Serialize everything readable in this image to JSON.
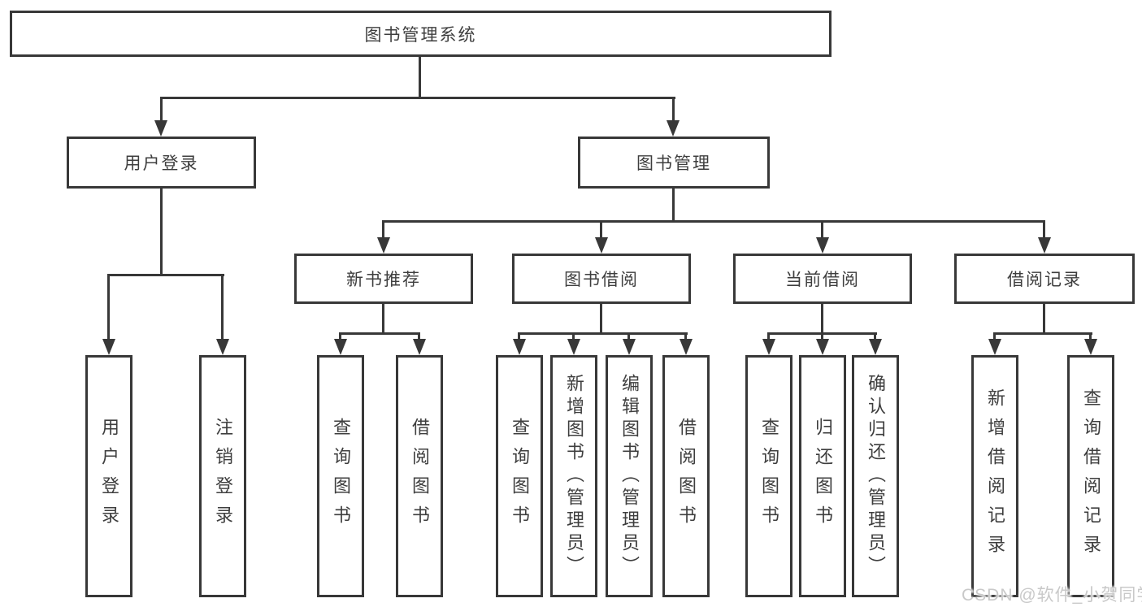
{
  "tree": {
    "label": "图书管理系统",
    "children": [
      {
        "label": "用户登录",
        "children": [
          {
            "label": "用户登录"
          },
          {
            "label": "注销登录"
          }
        ]
      },
      {
        "label": "图书管理",
        "children": [
          {
            "label": "新书推荐",
            "children": [
              {
                "label": "查询图书"
              },
              {
                "label": "借阅图书"
              }
            ]
          },
          {
            "label": "图书借阅",
            "children": [
              {
                "label": "查询图书"
              },
              {
                "label": "新增图书（管理员）"
              },
              {
                "label": "编辑图书（管理员）"
              },
              {
                "label": "借阅图书"
              }
            ]
          },
          {
            "label": "当前借阅",
            "children": [
              {
                "label": "查询图书"
              },
              {
                "label": "归还图书"
              },
              {
                "label": "确认归还（管理员）"
              }
            ]
          },
          {
            "label": "借阅记录",
            "children": [
              {
                "label": "新增借阅记录"
              },
              {
                "label": "查询借阅记录"
              }
            ]
          }
        ]
      }
    ]
  },
  "watermark": {
    "text": "CSDN @软件_小贺同学"
  },
  "colors": {
    "line": "#383838",
    "text": "#3e3e3e",
    "background": "#ffffff",
    "watermark": "#c9c9c9"
  }
}
